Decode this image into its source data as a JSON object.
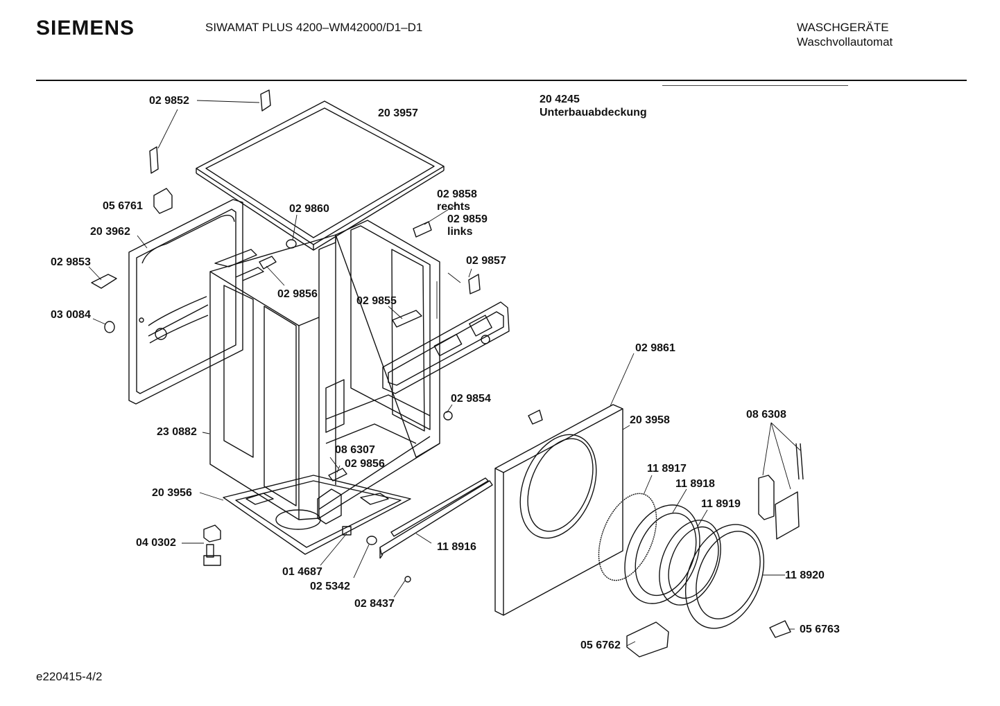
{
  "header": {
    "brand": "SIEMENS",
    "model": "SIWAMAT PLUS 4200–WM42000/D1–D1",
    "category_line1": "WASCHGERÄTE",
    "category_line2": "Waschvollautomat"
  },
  "note": {
    "part_number": "20 4245",
    "part_name": "Unterbauabdeckung"
  },
  "footer": {
    "code": "e220415-4/2"
  },
  "labels": {
    "p029852": "02 9852",
    "p203957": "20 3957",
    "p056761": "05 6761",
    "p029860": "02 9860",
    "p029858": "02 9858",
    "rechts": "rechts",
    "p029859": "02 9859",
    "links": "links",
    "p203962": "20 3962",
    "p029853": "02 9853",
    "p029857": "02 9857",
    "p029856a": "02 9856",
    "p029855": "02 9855",
    "p030084": "03 0084",
    "p029861": "02 9861",
    "p029854": "02 9854",
    "p203958": "20 3958",
    "p086308": "08 6308",
    "p230882": "23 0882",
    "p086307": "08 6307",
    "p029856b": "02 9856",
    "p118917": "11 8917",
    "p118918": "11 8918",
    "p203956": "20 3956",
    "p118919": "11 8919",
    "p040302": "04 0302",
    "p118916": "11 8916",
    "p014687": "01 4687",
    "p118920": "11 8920",
    "p025342": "02 5342",
    "p028437": "02 8437",
    "p056763": "05 6763",
    "p056762": "05 6762"
  }
}
